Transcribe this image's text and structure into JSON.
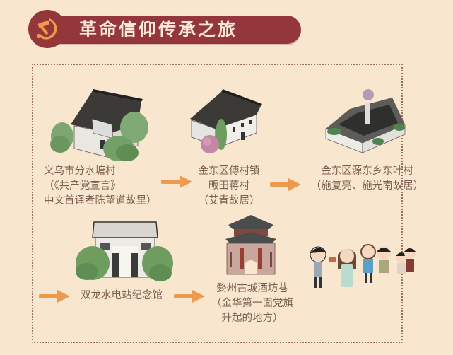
{
  "banner": {
    "title": "革命信仰传承之旅",
    "icon": "hammer-sickle-icon",
    "color": "#94373c",
    "icon_color": "#f09a4a"
  },
  "stops": [
    {
      "lines": [
        "义乌市分水塘村",
        "（《共产党宣言》",
        "中文首译者陈望道故里）"
      ],
      "illustration": "chen-wangdao-house"
    },
    {
      "lines": [
        "金东区傅村镇",
        "畈田蒋村",
        "（艾青故居）"
      ],
      "illustration": "ai-qing-house"
    },
    {
      "lines": [
        "金东区源东乡东叶村",
        "（施复亮、施光南故居）"
      ],
      "illustration": "shi-family-house"
    },
    {
      "lines": [
        "双龙水电站纪念馆"
      ],
      "illustration": "shuanglong-memorial"
    },
    {
      "lines": [
        "婺州古城酒坊巷",
        "（金华第一面党旗",
        "升起的地方）"
      ],
      "illustration": "wuzhou-ancient-city"
    }
  ],
  "colors": {
    "background": "#f9e6cf",
    "text": "#7d5d50",
    "arrow": "#ec9a4e",
    "border": "#9b6e66"
  }
}
